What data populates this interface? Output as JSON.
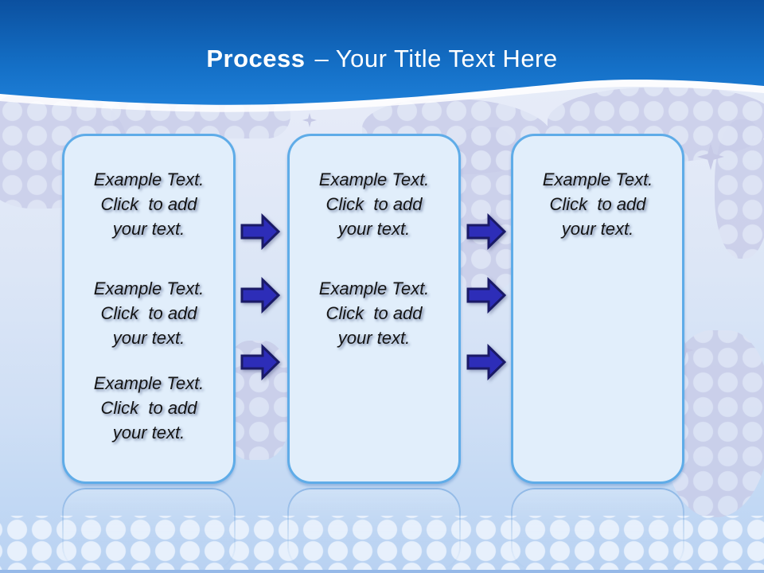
{
  "title": {
    "keyword": "Process",
    "rest": "– Your Title Text Here"
  },
  "boxes": [
    {
      "name": "step-1",
      "blocks": [
        "Example Text.\nClick  to add\nyour text.",
        "Example Text.\nClick  to add\nyour text.",
        "Example Text.\nClick  to add\nyour text."
      ]
    },
    {
      "name": "step-2",
      "blocks": [
        "Example Text.\nClick  to add\nyour text.",
        "Example Text.\nClick  to add\nyour text."
      ]
    },
    {
      "name": "step-3",
      "blocks": [
        "Example Text.\nClick  to add\nyour text."
      ]
    }
  ],
  "icons": {
    "arrow": "block-arrow-right",
    "sparkle": "four-point-star"
  },
  "colors": {
    "header_top": "#0b509f",
    "header_mid": "#146fc6",
    "header_bottom": "#2285de",
    "title_text": "#ffffff",
    "box_fill": "#e1eefb",
    "box_border": "#5face8",
    "arrow_fill": "#2d2db8",
    "arrow_stroke": "#1a1a66",
    "text_color": "#141414",
    "pattern_base": "#c9cde9",
    "pattern_dot": "#dde3f4",
    "bottom_dot": "#e7f0fc",
    "bottom_strip": "#96b9e8"
  }
}
